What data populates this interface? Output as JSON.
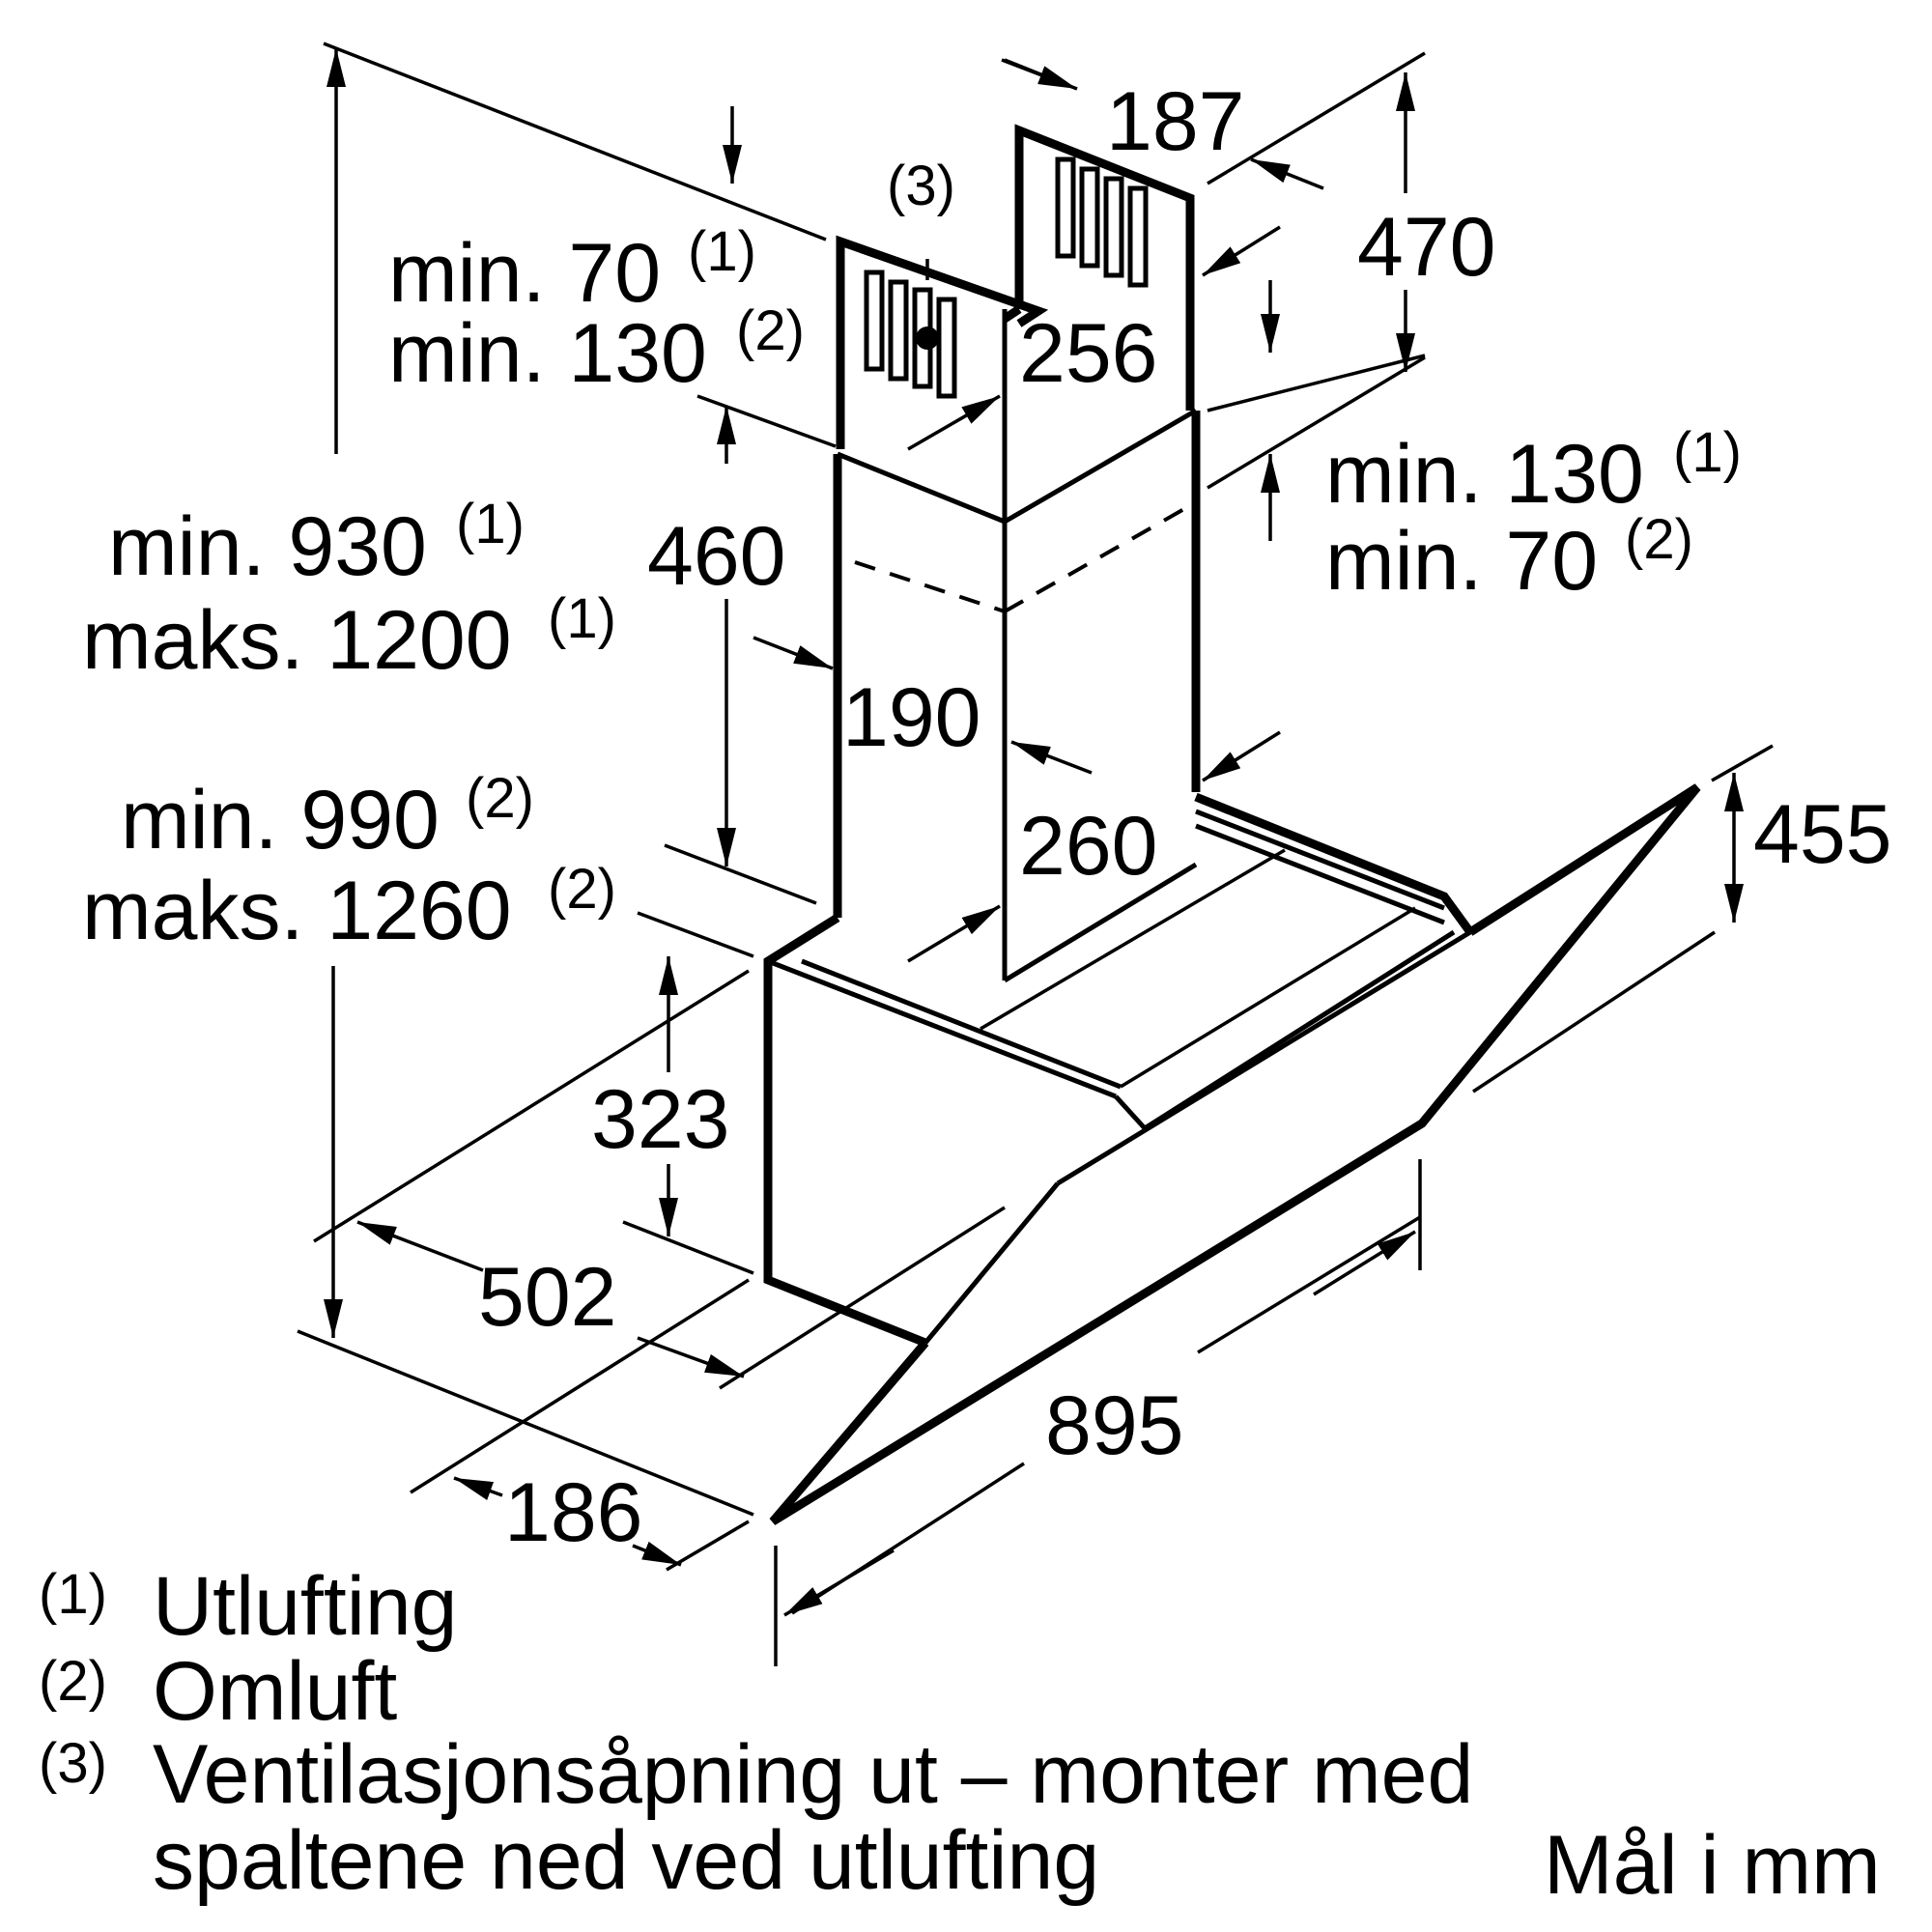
{
  "dimensions": {
    "d187": "187",
    "d470": "470",
    "d3": "(3)",
    "d256": "256",
    "d460": "460",
    "d190": "190",
    "d260": "260",
    "d323": "323",
    "d502": "502",
    "d186": "186",
    "d895": "895",
    "d455": "455",
    "top_left_1": "min. 70",
    "top_left_1_sup": "(1)",
    "top_left_2": "min. 130",
    "top_left_2_sup": "(2)",
    "right_1": "min. 130",
    "right_1_sup": "(1)",
    "right_2": "min. 70",
    "right_2_sup": "(2)",
    "height_1": "min. 930",
    "height_1_sup": "(1)",
    "height_2": "maks. 1200",
    "height_2_sup": "(1)",
    "height_3": "min. 990",
    "height_3_sup": "(2)",
    "height_4": "maks. 1260",
    "height_4_sup": "(2)"
  },
  "legend": [
    {
      "num": "(1)",
      "text": "Utlufting"
    },
    {
      "num": "(2)",
      "text": "Omluft"
    },
    {
      "num": "(3)",
      "text": "Ventilasjonsåpning ut – monter med"
    },
    {
      "num": "",
      "text": "spaltene ned ved utlufting"
    }
  ],
  "unit_note": "Mål i mm"
}
